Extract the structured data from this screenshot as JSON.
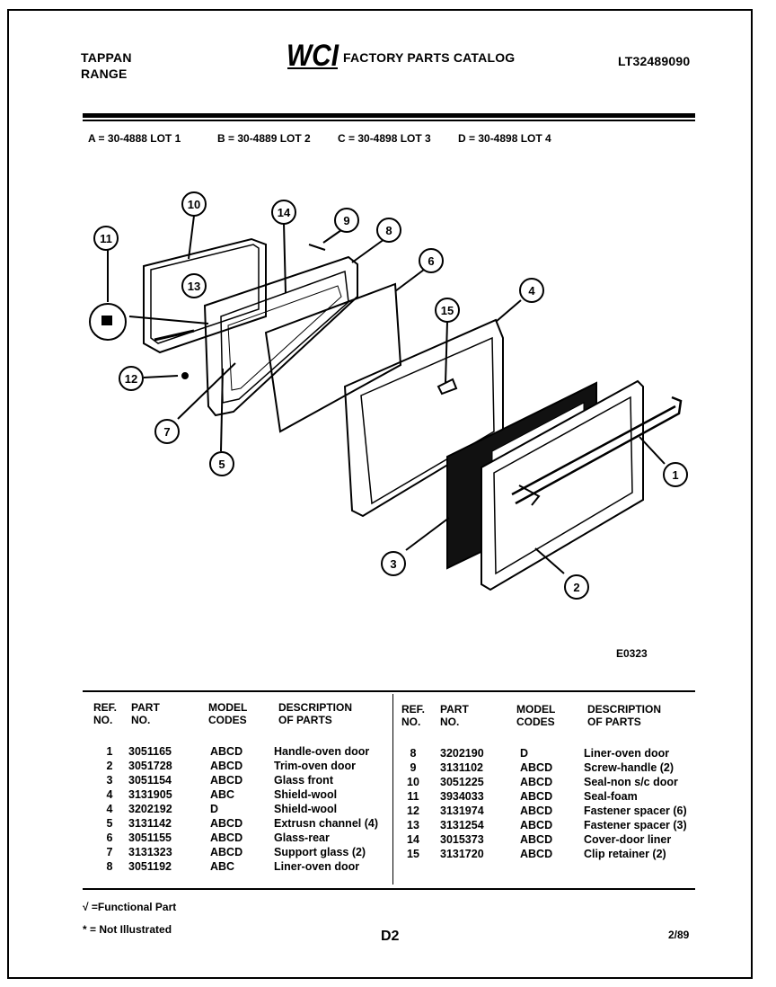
{
  "header": {
    "brand_line1": "TAPPAN",
    "brand_line2": "RANGE",
    "logo_text": "WCI",
    "catalog_title": "FACTORY PARTS CATALOG",
    "catalog_number": "LT32489090"
  },
  "lots": [
    "A = 30-4888 LOT 1",
    "B = 30-4889 LOT 2",
    "C = 30-4898 LOT 3",
    "D = 30-4898 LOT 4"
  ],
  "diagram": {
    "callouts": [
      "1",
      "2",
      "3",
      "4",
      "5",
      "6",
      "7",
      "8",
      "9",
      "10",
      "11",
      "12",
      "13",
      "14",
      "15"
    ],
    "drawing_code": "E0323"
  },
  "table": {
    "headers": {
      "ref_no": [
        "REF.",
        "NO."
      ],
      "part_no": [
        "PART",
        "NO."
      ],
      "model_codes": [
        "MODEL",
        "CODES"
      ],
      "description": [
        "DESCRIPTION",
        "OF PARTS"
      ]
    },
    "left_rows": [
      {
        "ref": "1",
        "part": "3051165",
        "model": "ABCD",
        "desc": "Handle-oven door"
      },
      {
        "ref": "2",
        "part": "3051728",
        "model": "ABCD",
        "desc": "Trim-oven door"
      },
      {
        "ref": "3",
        "part": "3051154",
        "model": "ABCD",
        "desc": "Glass front"
      },
      {
        "ref": "4",
        "part": "3131905",
        "model": "ABC",
        "desc": "Shield-wool"
      },
      {
        "ref": "4",
        "part": "3202192",
        "model": "D",
        "desc": "Shield-wool"
      },
      {
        "ref": "5",
        "part": "3131142",
        "model": "ABCD",
        "desc": "Extrusn channel (4)"
      },
      {
        "ref": "6",
        "part": "3051155",
        "model": "ABCD",
        "desc": "Glass-rear"
      },
      {
        "ref": "7",
        "part": "3131323",
        "model": "ABCD",
        "desc": "Support glass (2)"
      },
      {
        "ref": "8",
        "part": "3051192",
        "model": "ABC",
        "desc": "Liner-oven door"
      }
    ],
    "right_rows": [
      {
        "ref": "8",
        "part": "3202190",
        "model": "D",
        "desc": "Liner-oven door"
      },
      {
        "ref": "9",
        "part": "3131102",
        "model": "ABCD",
        "desc": "Screw-handle (2)"
      },
      {
        "ref": "10",
        "part": "3051225",
        "model": "ABCD",
        "desc": "Seal-non s/c door"
      },
      {
        "ref": "11",
        "part": "3934033",
        "model": "ABCD",
        "desc": "Seal-foam"
      },
      {
        "ref": "12",
        "part": "3131974",
        "model": "ABCD",
        "desc": "Fastener spacer (6)"
      },
      {
        "ref": "13",
        "part": "3131254",
        "model": "ABCD",
        "desc": "Fastener spacer (3)"
      },
      {
        "ref": "14",
        "part": "3015373",
        "model": "ABCD",
        "desc": "Cover-door liner"
      },
      {
        "ref": "15",
        "part": "3131720",
        "model": "ABCD",
        "desc": "Clip retainer (2)"
      }
    ]
  },
  "footer": {
    "functional_note": "√ =Functional Part",
    "not_illustrated_note": "* = Not Illustrated",
    "page_code": "D2",
    "date": "2/89"
  }
}
